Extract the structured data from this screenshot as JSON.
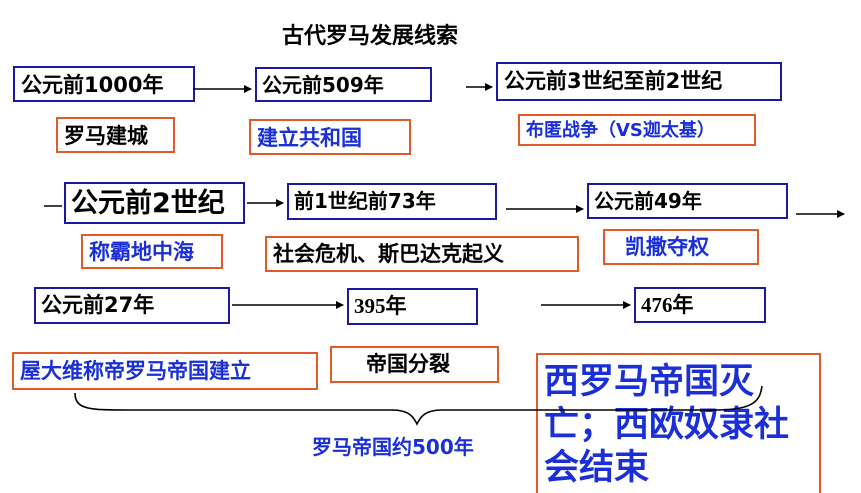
{
  "title": "古代罗马发展线索",
  "row1": {
    "d1": "公元前1000年",
    "e1": "罗马建城",
    "d2": "公元前509年",
    "e2": "建立共和国",
    "d3": "公元前3世纪至前2世纪",
    "e3": "布匿战争（VS迦太基）"
  },
  "row2": {
    "d1": "公元前2世纪",
    "e1": "称霸地中海",
    "d2": "前1世纪前73年",
    "e2": "社会危机、斯巴达克起义",
    "d3": "公元前49年",
    "e3": "凯撒夺权"
  },
  "row3": {
    "d1": "公元前27年",
    "e1": "屋大维称帝罗马帝国建立",
    "d2": "395年",
    "e2": "帝国分裂",
    "d3": "476年",
    "e3": "西罗马帝国灭亡；西欧奴隶社会结束"
  },
  "brace_label": "罗马帝国约500年",
  "colors": {
    "date_border": "#1a1aa0",
    "event_border": "#e25a2a",
    "event_text": "#1a2fd8"
  }
}
